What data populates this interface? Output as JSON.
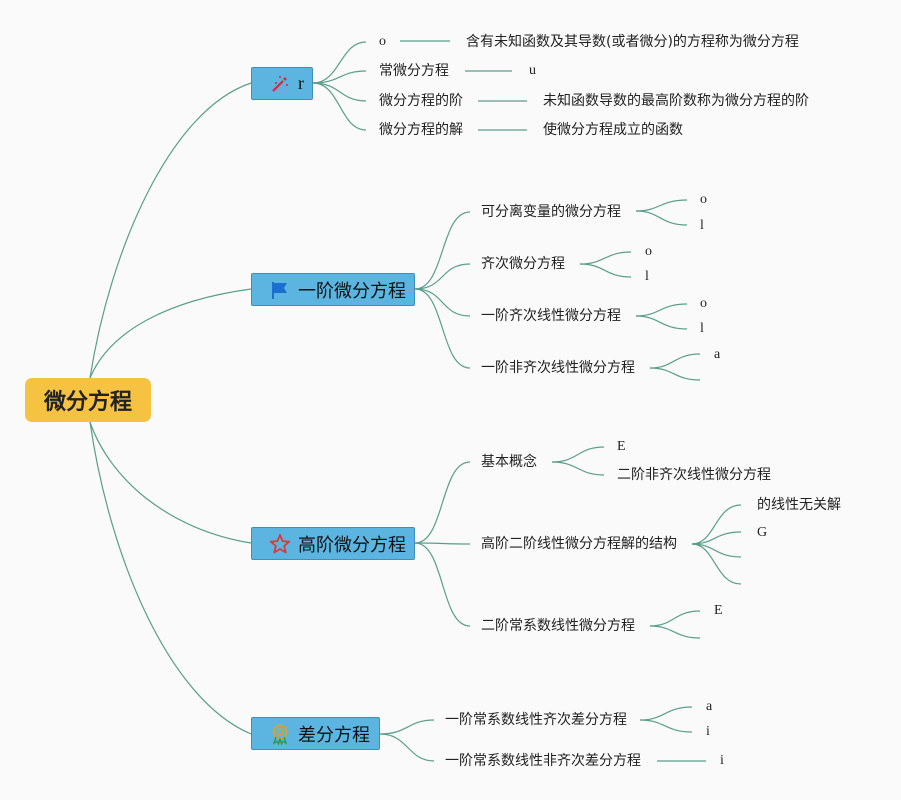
{
  "root": {
    "label": "微分方程"
  },
  "branch1": {
    "label": "r",
    "icon": "sparkle-icon",
    "items": [
      {
        "label": "o",
        "detail": "含有未知函数及其导数(或者微分)的方程称为微分方程"
      },
      {
        "label": "常微分方程",
        "detail": "u"
      },
      {
        "label": "微分方程的阶",
        "detail": "未知函数导数的最高阶数称为微分方程的阶"
      },
      {
        "label": "微分方程的解",
        "detail": "使微分方程成立的函数"
      }
    ]
  },
  "branch2": {
    "label": "一阶微分方程",
    "icon": "flag-icon",
    "items": [
      {
        "label": "可分离变量的微分方程",
        "subs": [
          "o",
          "l"
        ]
      },
      {
        "label": "齐次微分方程",
        "subs": [
          "o",
          "l"
        ]
      },
      {
        "label": "一阶齐次线性微分方程",
        "subs": [
          "o",
          "l"
        ]
      },
      {
        "label": "一阶非齐次线性微分方程",
        "subs": [
          "a",
          ""
        ]
      }
    ]
  },
  "branch3": {
    "label": "高阶微分方程",
    "icon": "star-icon",
    "items": [
      {
        "label": "基本概念",
        "subs": [
          "E",
          "二阶非齐次线性微分方程"
        ]
      },
      {
        "label": "高阶二阶线性微分方程解的结构",
        "subs": [
          "的线性无关解",
          "G",
          "",
          ""
        ]
      },
      {
        "label": "二阶常系数线性微分方程",
        "subs": [
          "E",
          ""
        ]
      }
    ]
  },
  "branch4": {
    "label": "差分方程",
    "icon": "award-icon",
    "items": [
      {
        "label": "一阶常系数线性齐次差分方程",
        "subs": [
          "a",
          "i"
        ]
      },
      {
        "label": "一阶常系数线性非齐次差分方程",
        "subs": [
          "i"
        ]
      }
    ]
  },
  "colors": {
    "root_fill": "#f5c242",
    "branch_fill": "#5bb5e0",
    "connector": "#5a9e8a"
  }
}
